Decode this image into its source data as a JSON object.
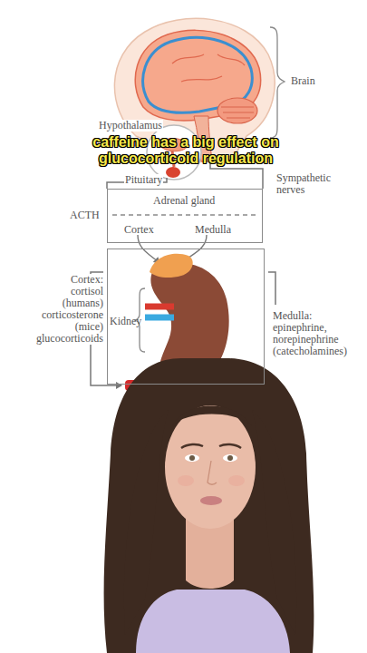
{
  "diagram": {
    "caption": "caffeine has a big effect on glucocorticoid regulation",
    "nodes": [
      {
        "text": [
          "Adrenal gland",
          "Cortex",
          "Medulla"
        ]
      },
      {
        "text": [
          "Kidney"
        ]
      }
    ],
    "labels": [
      "Brain",
      "Hypothalamus",
      "Pituitary",
      "Sympathetic nerves",
      "ACTH",
      "Cortex: cortisol (humans) corticosterone (mice) glucocorticoids",
      "Medulla: epinephrine, norepinephrine (catecholamines)"
    ]
  }
}
